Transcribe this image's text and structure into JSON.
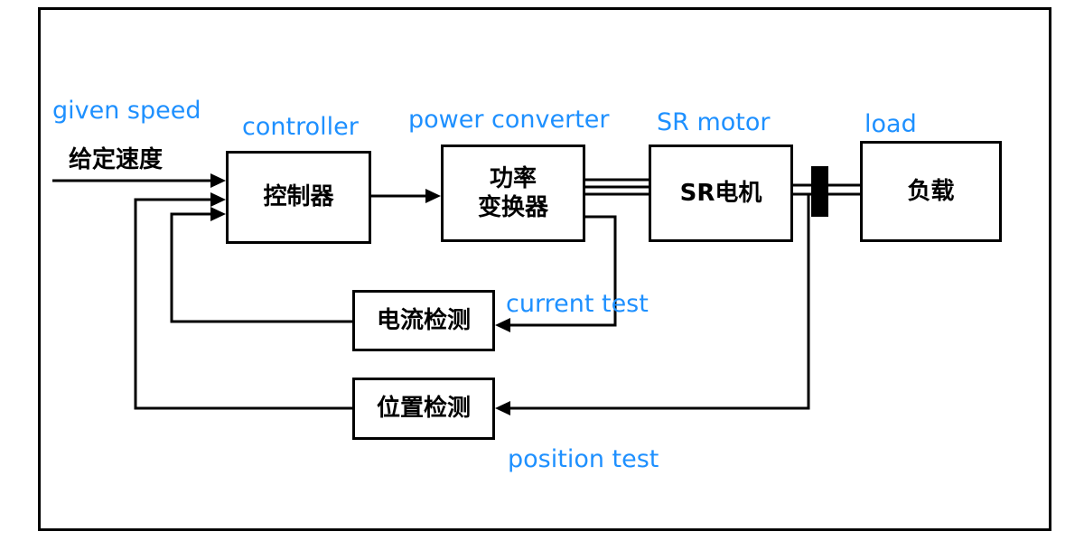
{
  "colors": {
    "annotation_blue": "#1E90FF",
    "line_black": "#000000",
    "background": "#ffffff"
  },
  "labels": {
    "given_speed_en": "given speed",
    "given_speed_zh": "给定速度",
    "controller_en": "controller",
    "power_converter_en": "power converter",
    "sr_motor_en": "SR motor",
    "load_en": "load",
    "current_test_en": "current test",
    "position_test_en": "position test"
  },
  "blocks": {
    "controller": "控制器",
    "power_converter": "功率\n变换器",
    "sr_motor": "SR电机",
    "load": "负载",
    "current_detect": "电流检测",
    "position_detect": "位置检测"
  }
}
